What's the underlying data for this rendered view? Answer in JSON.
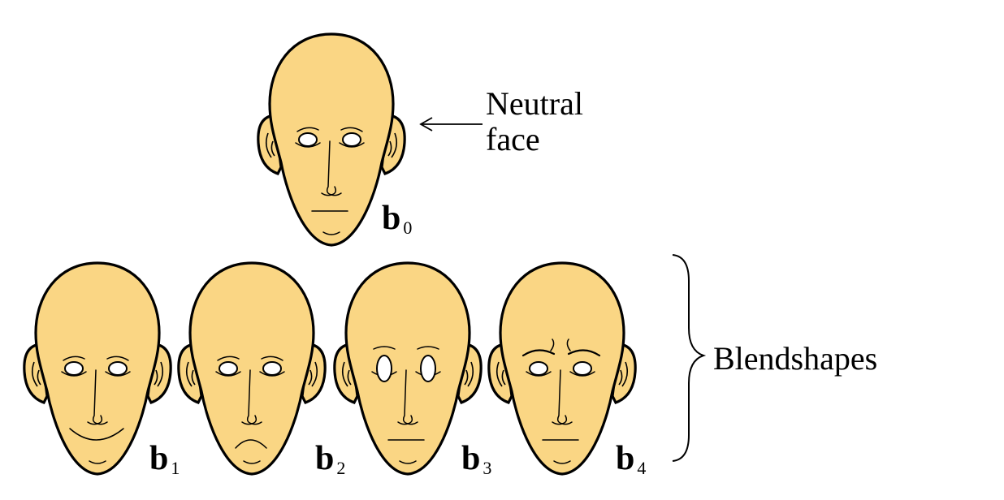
{
  "neutral": {
    "text_line1": "Neutral",
    "text_line2": "face",
    "label_letter": "b",
    "label_sub": "0"
  },
  "blendshapes": {
    "text": "Blendshapes",
    "items": [
      {
        "letter": "b",
        "sub": "1",
        "expression": "smile"
      },
      {
        "letter": "b",
        "sub": "2",
        "expression": "frown"
      },
      {
        "letter": "b",
        "sub": "3",
        "expression": "eyes-wide"
      },
      {
        "letter": "b",
        "sub": "4",
        "expression": "brow-furrow"
      }
    ]
  },
  "colors": {
    "skin": "#FAD684",
    "outline": "#000000",
    "background": "#FFFFFF"
  }
}
